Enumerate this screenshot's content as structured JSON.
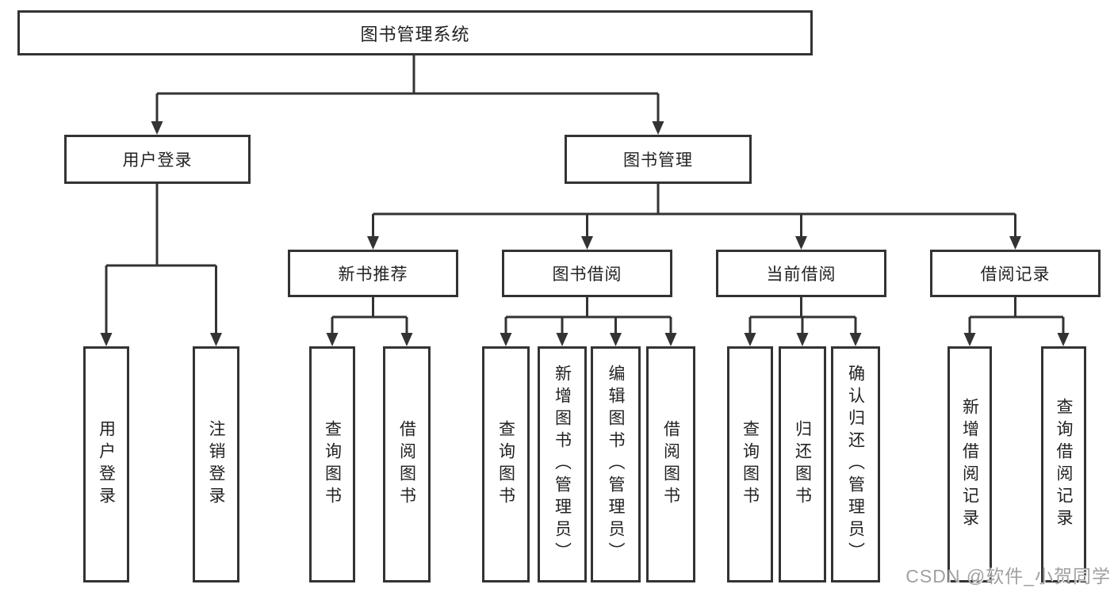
{
  "diagram": {
    "type": "tree",
    "title": "图书管理系统",
    "nodes": {
      "root": "图书管理系统",
      "login": "用户登录",
      "mgmt": "图书管理",
      "l3": [
        {
          "label": "新书推荐"
        },
        {
          "label": "图书借阅"
        },
        {
          "label": "当前借阅"
        },
        {
          "label": "借阅记录"
        }
      ],
      "login_children": [
        "用户登录",
        "注销登录"
      ],
      "recommend_children": [
        "查询图书",
        "借阅图书"
      ],
      "borrow_children": [
        "查询图书",
        "新增图书（管理员）",
        "编辑图书（管理员）",
        "借阅图书"
      ],
      "current_children": [
        "查询图书",
        "归还图书",
        "确认归还（管理员）"
      ],
      "records_children": [
        "新增借阅记录",
        "查询借阅记录"
      ]
    },
    "edges": [
      "图书管理系统 -> 用户登录",
      "图书管理系统 -> 图书管理",
      "用户登录 -> 用户登录",
      "用户登录 -> 注销登录",
      "图书管理 -> 新书推荐",
      "图书管理 -> 图书借阅",
      "图书管理 -> 当前借阅",
      "图书管理 -> 借阅记录",
      "新书推荐 -> 查询图书",
      "新书推荐 -> 借阅图书",
      "图书借阅 -> 查询图书",
      "图书借阅 -> 新增图书（管理员）",
      "图书借阅 -> 编辑图书（管理员）",
      "图书借阅 -> 借阅图书",
      "当前借阅 -> 查询图书",
      "当前借阅 -> 归还图书",
      "当前借阅 -> 确认归还（管理员）",
      "借阅记录 -> 新增借阅记录",
      "借阅记录 -> 查询借阅记录"
    ],
    "colors": {
      "line": "#333333",
      "box_border": "#333333",
      "box_fill": "#ffffff",
      "text": "#222222",
      "watermark": "#a0a0a0",
      "background": "#ffffff"
    },
    "watermark": "CSDN @软件_小贺同学"
  }
}
